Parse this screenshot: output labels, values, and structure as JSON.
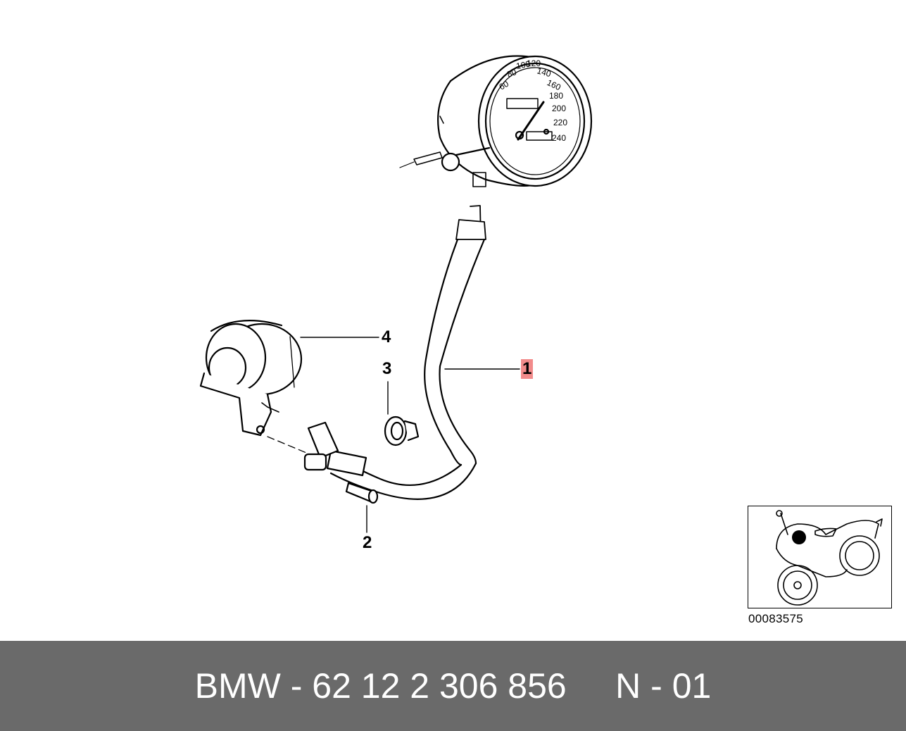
{
  "callouts": {
    "c1": "1",
    "c2": "2",
    "c3": "3",
    "c4": "4"
  },
  "speedometer_scale": [
    "60",
    "80",
    "100",
    "120",
    "140",
    "160",
    "180",
    "200",
    "220",
    "240"
  ],
  "illustration_number": "00083575",
  "footer": {
    "part_text": "BMW - 62 12 2 306 856     N - 01"
  },
  "colors": {
    "highlight": "#f28b8b",
    "footer_bg": "#6a6a6a",
    "footer_text": "#ffffff"
  }
}
